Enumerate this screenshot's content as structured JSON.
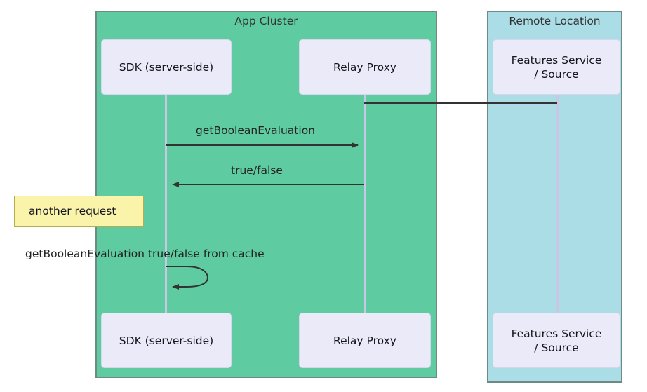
{
  "diagram": {
    "type": "sequence-diagram",
    "colors": {
      "app_cluster_fill": "#5ecba1",
      "remote_location_fill": "#aadde5",
      "actor_fill": "#eaeaf8",
      "note_fill": "#faf4ab",
      "note_border": "#b7ab4f",
      "lifeline": "#c8c8e6",
      "arrow": "#333333",
      "group_border": "#6d8a87"
    },
    "groups": [
      {
        "id": "app-cluster",
        "label": "App Cluster"
      },
      {
        "id": "remote-location",
        "label": "Remote Location"
      }
    ],
    "participants": [
      {
        "id": "sdk",
        "label": "SDK (server-side)",
        "group": "app-cluster"
      },
      {
        "id": "relay",
        "label": "Relay Proxy",
        "group": "app-cluster"
      },
      {
        "id": "features",
        "label": "Features Service\n/ Source",
        "group": "remote-location"
      }
    ],
    "participants_top": {
      "sdk": "SDK (server-side)",
      "relay": "Relay Proxy",
      "features_line1": "Features Service",
      "features_line2": "/ Source"
    },
    "participants_bottom": {
      "sdk": "SDK (server-side)",
      "relay": "Relay Proxy",
      "features_line1": "Features Service",
      "features_line2": "/ Source"
    },
    "messages": [
      {
        "id": "connect",
        "from": "relay",
        "to": "features",
        "label": "",
        "direction": "right",
        "style": "solid-no-head"
      },
      {
        "id": "get-eval",
        "from": "sdk",
        "to": "relay",
        "label": "getBooleanEvaluation",
        "direction": "right",
        "style": "solid-arrow"
      },
      {
        "id": "return-value",
        "from": "relay",
        "to": "sdk",
        "label": "true/false",
        "direction": "left",
        "style": "solid-arrow"
      },
      {
        "id": "self-cache",
        "from": "sdk",
        "to": "sdk",
        "label": "getBooleanEvaluation true/false from cache",
        "direction": "self",
        "style": "solid-arrow-loop"
      }
    ],
    "notes": [
      {
        "id": "another-request",
        "text": "another request",
        "attached_to": "sdk"
      }
    ]
  }
}
